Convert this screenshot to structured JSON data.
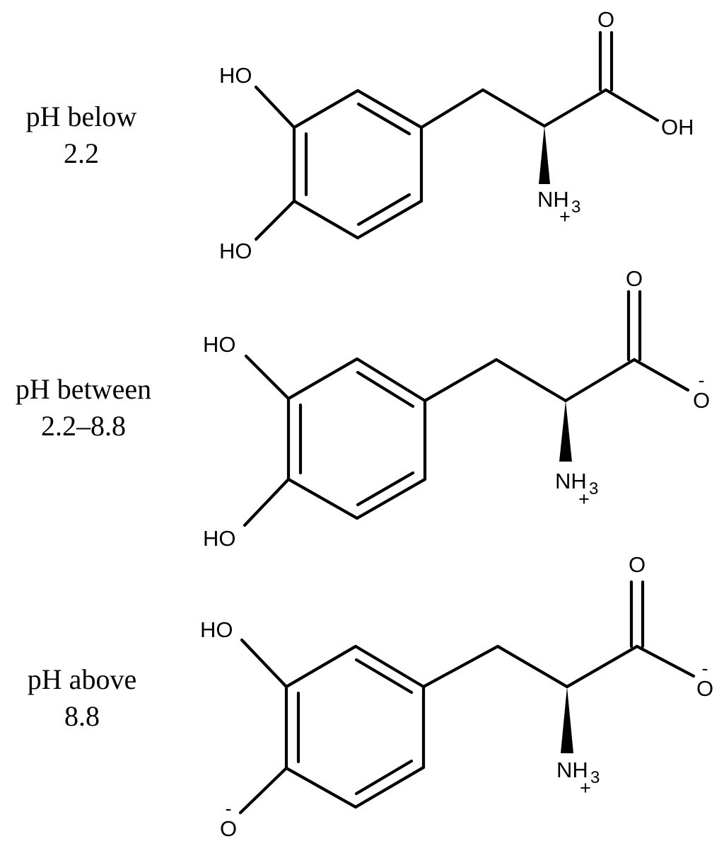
{
  "structures": [
    {
      "condition": [
        "pH below",
        "2.2"
      ],
      "phenol_top": "HO",
      "phenol_bottom": "HO",
      "carbonyl_o": "O",
      "acid_group": "OH",
      "acid_charge": "",
      "phenol_bottom_charge": "",
      "amine_n": "NH",
      "amine_sub": "3",
      "amine_charge": "+"
    },
    {
      "condition": [
        "pH between",
        "2.2–8.8"
      ],
      "phenol_top": "HO",
      "phenol_bottom": "HO",
      "carbonyl_o": "O",
      "acid_group": "O",
      "acid_charge": "-",
      "phenol_bottom_charge": "",
      "amine_n": "NH",
      "amine_sub": "3",
      "amine_charge": "+"
    },
    {
      "condition": [
        "pH above",
        "8.8"
      ],
      "phenol_top": "HO",
      "phenol_bottom": "O",
      "carbonyl_o": "O",
      "acid_group": "O",
      "acid_charge": "-",
      "phenol_bottom_charge": "-",
      "amine_n": "NH",
      "amine_sub": "3",
      "amine_charge": "+"
    }
  ]
}
